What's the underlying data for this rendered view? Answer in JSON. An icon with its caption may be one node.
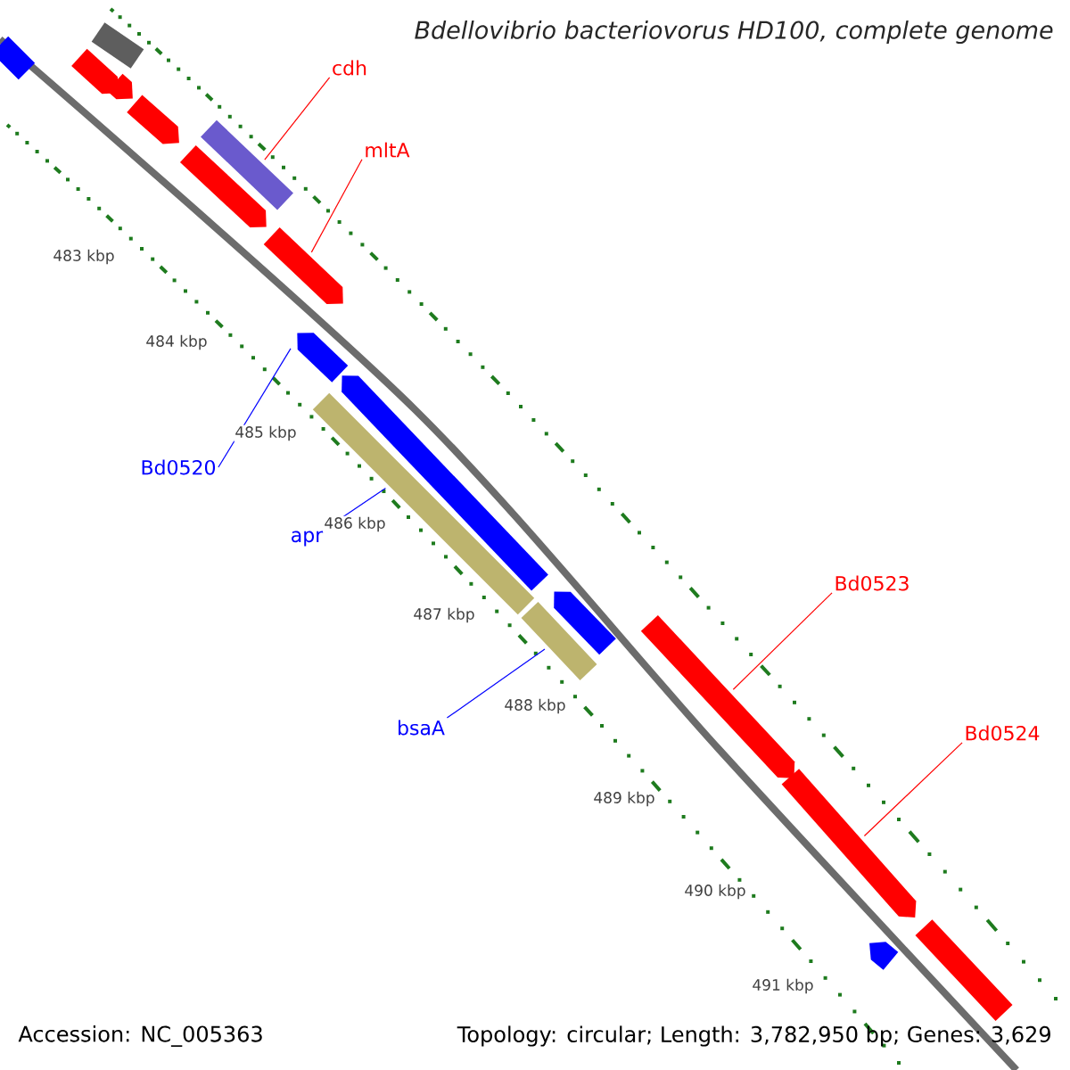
{
  "diagram": {
    "title": "Bdellovibrio bacteriovorus HD100, complete genome",
    "nodes": [
      {
        "text": [
          "cdh"
        ]
      },
      {
        "text": [
          "mltA"
        ]
      },
      {
        "text": [
          "Bd0520"
        ]
      },
      {
        "text": [
          "apr"
        ]
      },
      {
        "text": [
          "bsaA"
        ]
      },
      {
        "text": [
          "Bd0523"
        ]
      },
      {
        "text": [
          "Bd0524"
        ]
      },
      {
        "text": [],
        "shape": "box"
      },
      {
        "text": [],
        "shape": "box"
      },
      {
        "text": [],
        "shape": "pentagon"
      },
      {
        "text": [],
        "shape": "pentagon"
      },
      {
        "text": [],
        "shape": "pentagon"
      },
      {
        "text": [],
        "shape": "pentagon"
      },
      {
        "text": [],
        "shape": "box"
      },
      {
        "text": [],
        "shape": "pentagon"
      },
      {
        "text": [],
        "shape": "pentagon"
      },
      {
        "text": [],
        "shape": "pentagon"
      },
      {
        "text": [],
        "shape": "box"
      },
      {
        "text": [],
        "shape": "pentagon"
      },
      {
        "text": [],
        "shape": "box"
      },
      {
        "text": [],
        "shape": "pentagon"
      },
      {
        "text": [],
        "shape": "pentagon"
      },
      {
        "text": [],
        "shape": "pentagon"
      },
      {
        "text": [],
        "shape": "box"
      }
    ],
    "edges": [
      {
        "from": 0,
        "to": 13,
        "arrow": "none"
      },
      {
        "from": 1,
        "to": 14,
        "arrow": "none"
      },
      {
        "from": 2,
        "to": 15,
        "arrow": "none",
        "color": "#0000ff"
      },
      {
        "from": 3,
        "to": 17,
        "arrow": "none",
        "color": "#0000ff"
      },
      {
        "from": 4,
        "to": 19,
        "arrow": "none",
        "color": "#0000ff"
      },
      {
        "from": 5,
        "to": 20,
        "arrow": "none"
      },
      {
        "from": 6,
        "to": 21,
        "arrow": "none"
      }
    ],
    "labels": [
      "483 kbp",
      "484 kbp",
      "485 kbp",
      "486 kbp",
      "487 kbp",
      "488 kbp",
      "489 kbp",
      "490 kbp",
      "491 kbp",
      "Accession: NC_005363",
      "Topology: circular; Length: 3,782,950 bp; Genes: 3,629"
    ]
  }
}
